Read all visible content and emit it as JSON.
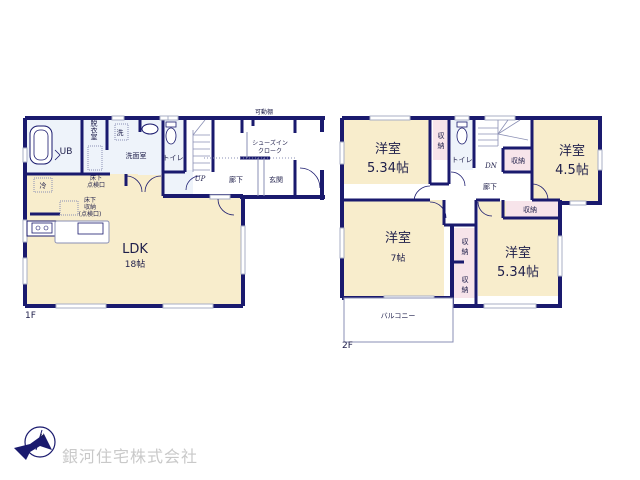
{
  "colors": {
    "wall": "#1a1a6e",
    "room_fill": "#f8edcc",
    "wet_fill": "#eef3fa",
    "storage_fill": "#f7e4ea",
    "window": "#a9afc6",
    "text": "#1e1e4a",
    "company_text": "#c9c9c9"
  },
  "floor1": {
    "label": "1F",
    "movable_shelf": "可動棚",
    "rooms": {
      "ub": "UB",
      "dressing": "脱衣室",
      "wash_mark": "洗",
      "washroom": "洗面室",
      "toilet": "トイレ",
      "up": "UP",
      "shoe_closet_line1": "シューズイン",
      "shoe_closet_line2": "クローク",
      "hallway": "廊下",
      "entrance": "玄関",
      "fridge": "冷",
      "floor_hatch_line1": "床下",
      "floor_hatch_line2": "点検口",
      "floor_storage_line1": "床下",
      "floor_storage_line2": "収納",
      "floor_storage_line3": "(点検口)",
      "ldk": "LDK",
      "ldk_size": "18帖"
    }
  },
  "floor2": {
    "label": "2F",
    "rooms": {
      "western1": "洋室",
      "western1_size": "5.34帖",
      "storage1_line1": "収",
      "storage1_line2": "納",
      "toilet": "トイレ",
      "dn": "DN",
      "storage2": "収納",
      "western2": "洋室",
      "western2_size": "4.5帖",
      "hallway": "廊下",
      "storage3": "収納",
      "western3": "洋室",
      "western3_size": "7帖",
      "storage4_line1": "収",
      "storage4_line2": "納",
      "storage5_line1": "収",
      "storage5_line2": "納",
      "western4": "洋室",
      "western4_size": "5.34帖",
      "balcony": "バルコニー"
    }
  },
  "footer": {
    "company": "銀河住宅株式会社",
    "logo": "N"
  }
}
